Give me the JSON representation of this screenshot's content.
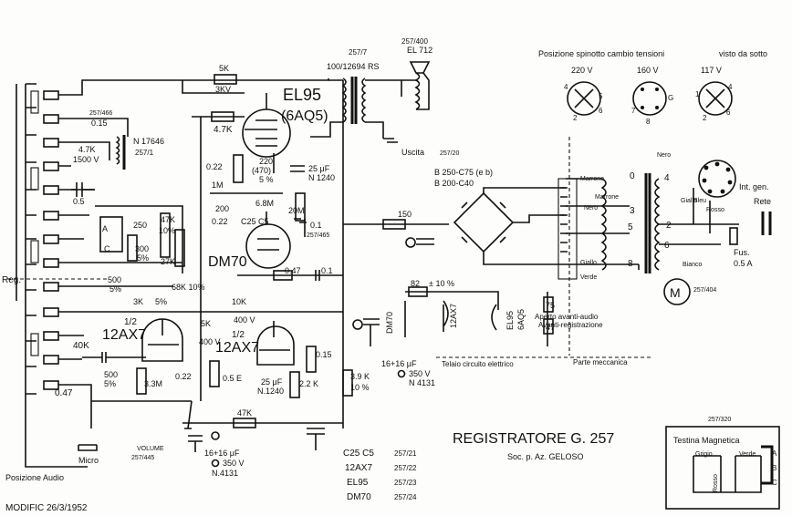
{
  "title": "REGISTRATORE  G. 257",
  "subtitle": "Soc. p. Az. GELOSO",
  "modific": "MODIFIC 26/3/1952",
  "header": {
    "voltage_position": "Posizione spinotto cambio tensioni",
    "view": "visto da sotto",
    "v220": "220 V",
    "v160": "160 V",
    "v117": "117 V"
  },
  "sections": {
    "posizione_audio": "Posizione Audio",
    "telaio": "Telaio circuito elettrico",
    "parte_meccanica": "Parte meccanica",
    "testina": "Testina Magnetica",
    "testina_code": "257/320",
    "reg": "Reg.",
    "micro": "Micro",
    "uscita": "Uscita",
    "int_gen": "Int. gen.",
    "rete": "Rete",
    "fus": "Fus.",
    "fus_val": "0.5 A",
    "volume": "VOLUME",
    "volume_code": "257/445",
    "aperto": "Aperto avanti-audio",
    "avanti": "Avanti-registrazione",
    "motor_code": "257/404"
  },
  "tubes": {
    "el95": "EL95",
    "el95_alt": "(6AQ5)",
    "dm70": "DM70",
    "v12ax7_a": "12AX7",
    "v12ax7_b": "12AX7",
    "half": "1/2"
  },
  "components": {
    "r5k": "5K",
    "r5k_w": "3KV",
    "r47k": "4.7K",
    "r47k_v": "1500 V",
    "c015": "0.15",
    "tr_code": "N 17646",
    "tr_sub": "257/1",
    "code_257_466": "257/466",
    "c05": "0.5",
    "c022a": "0.22",
    "r1m": "1M",
    "c220": "220",
    "c470": "(470)",
    "c5pct": "5 %",
    "c25uf": "25 μF",
    "c25uf_code": "N 1240",
    "r68m": "6.8M",
    "c200": "200",
    "c022b": "0.22",
    "c25c5": "C25 C5",
    "r20m": "20M",
    "c01": "0.1",
    "pot_code": "257/465",
    "r047a": "0.47",
    "c01b": "0.1",
    "c250": "250",
    "r300": "300",
    "r300p": "5%",
    "r47kb": "47K",
    "r47kb_p": "10%",
    "r27k": "27K",
    "r68k": "68K 10%",
    "c500": "500",
    "c500p": "5%",
    "r3k": "3K",
    "r3kp": "5%",
    "r10k": "10K",
    "r10k_v": "400 V",
    "r40k": "40K",
    "c500b": "500",
    "c500bp": "5%",
    "r33m": "3.3M",
    "r047b": "0.47",
    "r5kb": "5K",
    "r5kb_v": "400 V",
    "c022c": "0.22",
    "r05e": "0.5 E",
    "c25uf_b": "25 μF",
    "c25uf_b_code": "N.1240",
    "r22k": "2.2 K",
    "r015": "0.15",
    "r47kc": "47K",
    "cap_16": "16+16 μF",
    "cap_16_v": "350 V",
    "cap_16_code": "N.4131",
    "cap_16b": "16+16 μF",
    "cap_16b_v": "350 V",
    "cap_16b_code": "N 4131",
    "r39k": "3.9 K",
    "r39k_p": "10 %",
    "r150": "150",
    "r82": "82",
    "r82p": "± 10 %",
    "r75": "75",
    "r47": "47",
    "out_code": "257/7",
    "out_code2": "100/12694 RS",
    "spk_code": "257/400",
    "spk_name": "EL 712",
    "rect_code": "257/20",
    "rect1": "B 250-C75 (e b)",
    "rect2": "B 200-C40",
    "marrone": "Marrone",
    "nero": "Nero",
    "giallo": "Giallo",
    "verde": "Verde",
    "bianco": "Bianco",
    "rosso": "Rosso",
    "grigio": "Grigio",
    "t0": "0",
    "t2": "2",
    "t3": "3",
    "t4": "4",
    "t5": "5",
    "t6": "6",
    "t8": "8"
  },
  "legend": [
    {
      "tube": "C25 C5",
      "code": "257/21"
    },
    {
      "tube": "12AX7",
      "code": "257/22"
    },
    {
      "tube": "EL95",
      "code": "257/23"
    },
    {
      "tube": "DM70",
      "code": "257/24"
    }
  ],
  "heater_labels": {
    "dm70": "DM70",
    "v12ax7": "12AX7",
    "el95": "EL95",
    "el95b": "6AQ5"
  }
}
